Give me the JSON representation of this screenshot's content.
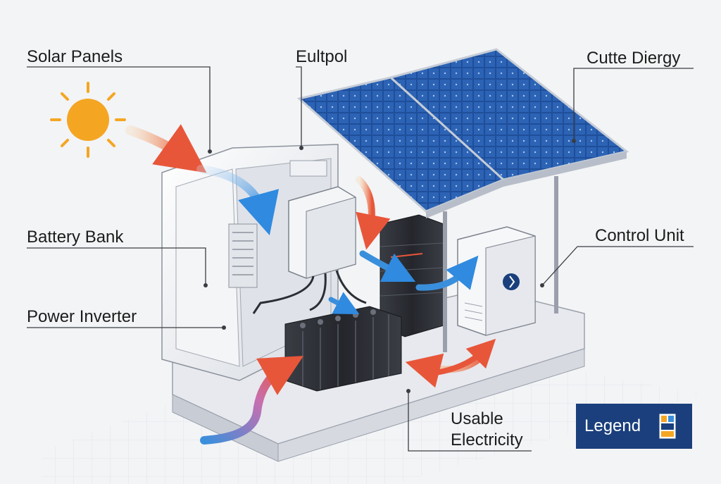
{
  "labels": {
    "solar_panels": "Solar Panels",
    "eultpol": "Eultpol",
    "cutte_diergy": "Cutte Diergy",
    "battery_bank": "Battery Bank",
    "control_unit": "Control Unit",
    "power_inverter": "Power Inverter",
    "usable_electricity_line1": "Usable",
    "usable_electricity_line2": "Electricity"
  },
  "legend": {
    "label": "Legend"
  },
  "colors": {
    "background": "#f3f4f6",
    "panel_blue": "#1f4e9a",
    "sun": "#f4a623",
    "legend_bg": "#1a3f7c",
    "arrow_blue": "#3a8fdc",
    "arrow_warm": "#e8563a"
  },
  "icons": [
    "sun-icon",
    "legend-icon",
    "flow-arrow-icon"
  ]
}
